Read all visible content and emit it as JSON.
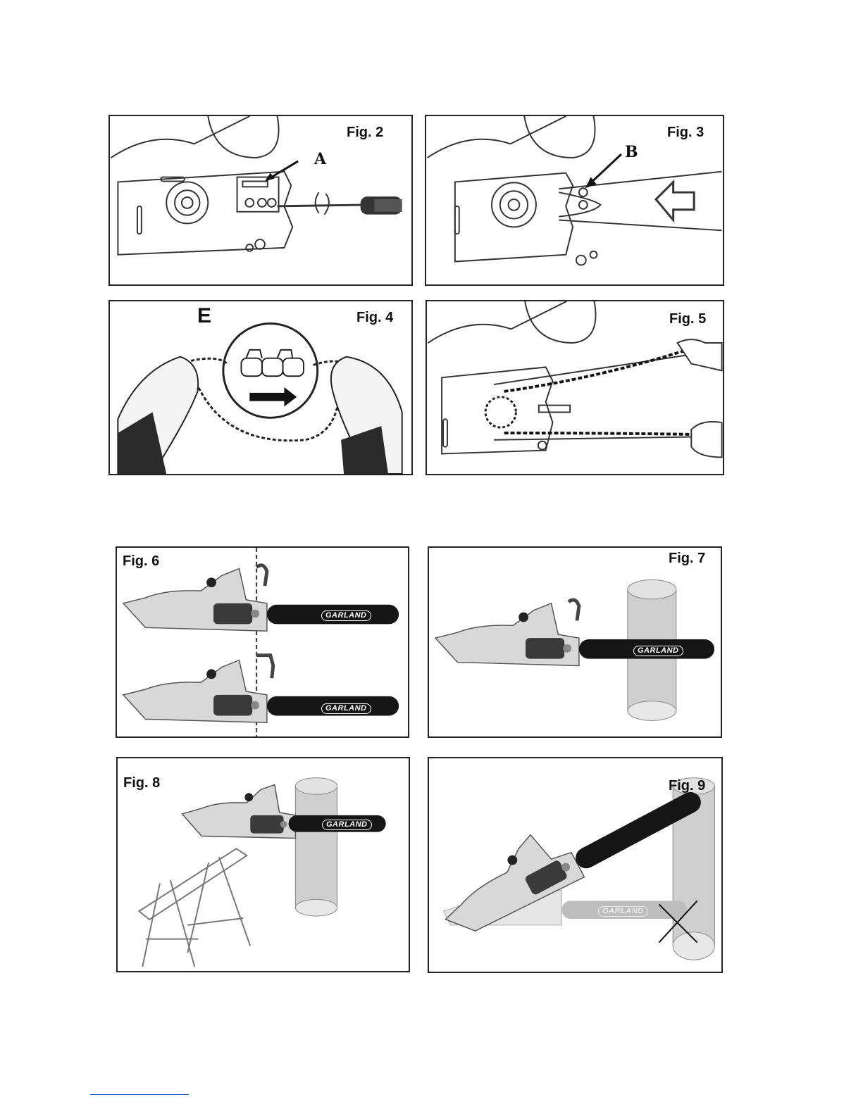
{
  "figures": {
    "fig2": {
      "label": "Fig. 2",
      "callout": "A"
    },
    "fig3": {
      "label": "Fig. 3",
      "callout": "B"
    },
    "fig4": {
      "label": "Fig. 4",
      "callout": "E"
    },
    "fig5": {
      "label": "Fig. 5"
    },
    "fig6": {
      "label": "Fig. 6"
    },
    "fig7": {
      "label": "Fig. 7"
    },
    "fig8": {
      "label": "Fig. 8"
    },
    "fig9": {
      "label": "Fig. 9"
    }
  },
  "brand": "GARLAND",
  "colors": {
    "border": "#222222",
    "bar": "#151515",
    "body": "#d6d6d6",
    "wood": "#cfcfcf"
  }
}
